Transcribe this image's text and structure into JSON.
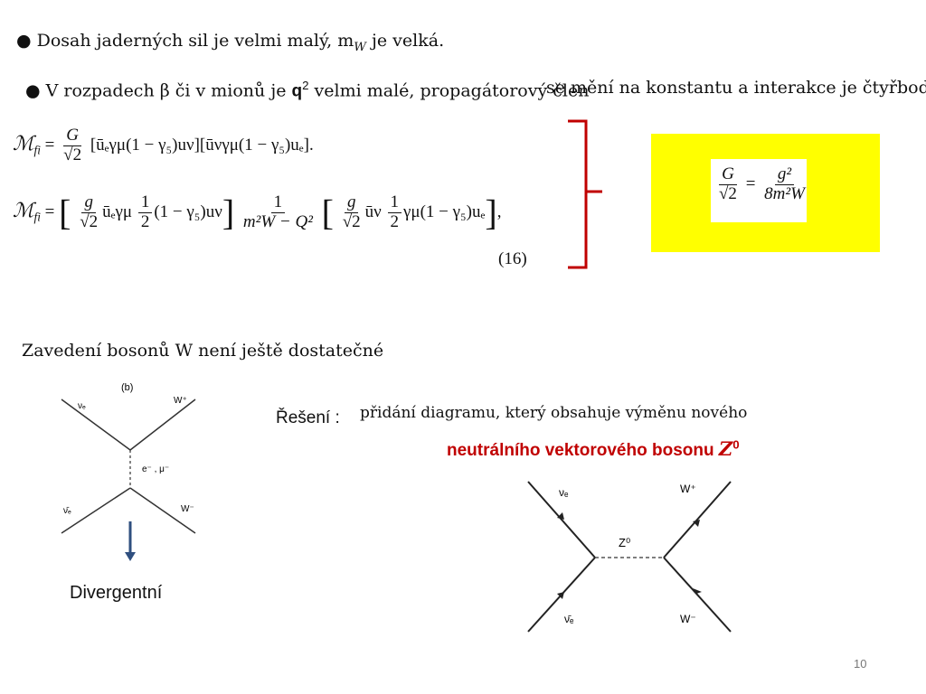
{
  "bullets": {
    "b1_text": "● Dosah jaderných sil je velmi malý, m",
    "b1_sub": "W",
    "b1_tail": " je velká.",
    "b2_part1": "● V rozpadech β či v mionů je ",
    "b2_q": "q",
    "b2_sup": "2",
    "b2_part2": " velmi malé, propagátorový člen",
    "b2_part3": "se mění na konstantu a interakce je čtyřbodová."
  },
  "equations": {
    "eq1_lhs": "ℳ",
    "eq1_lhs_sub": "fi",
    "eq1_frac_num": "G",
    "eq1_frac_den": "√2",
    "eq1_rest": "[ūₑγμ(1 − γ₅)uν][ūνγμ(1 − γ₅)uₑ].",
    "eq2_lhs": "ℳ",
    "eq2_lhs_sub": "fi",
    "eq2_body_a_num": "g",
    "eq2_body_a_den": "√2",
    "eq2_body_a": "ūₑγμ",
    "eq2_half_num": "1",
    "eq2_half_den": "2",
    "eq2_body_a2": "(1 − γ₅)uν",
    "eq2_prop_num": "1",
    "eq2_prop_den": "m²W − Q²",
    "eq2_body_b_num": "g",
    "eq2_body_b_den": "√2",
    "eq2_body_b": "ūν",
    "eq2_body_b2": "γμ(1 − γ₅)uₑ",
    "eq_number": "(16)"
  },
  "boxed_eq": {
    "lhs_num": "G",
    "lhs_den": "√2",
    "eq": "=",
    "rhs_num": "g²",
    "rhs_den": "8m²W"
  },
  "section": {
    "heading": "Zavedení bosonů W není ještě dostatečné",
    "solution_label": "Řešení :",
    "solution_text": "přidání diagramu, který obsahuje výměnu nového",
    "highlight": "neutrálního vektorového bosonu ",
    "highlight_symbol": "Z",
    "highlight_sup": "0",
    "divergent_label": "Divergentní",
    "page_number": "10"
  },
  "diagram_left": {
    "top_label": "(b)",
    "nu_e": "νₑ",
    "w_plus": "W⁺",
    "exchange": "e⁻ , μ⁻",
    "anti_nu_e": "ν̄ₑ",
    "w_minus": "W⁻"
  },
  "diagram_right": {
    "nu_e": "νₑ",
    "w_plus": "W⁺",
    "z0": "Z⁰",
    "anti_nu_e": "ν̄ₑ",
    "w_minus": "W⁻"
  },
  "colors": {
    "highlight_red": "#c00000",
    "bracket_red": "#c00000",
    "yellow_box": "#ffff00",
    "arrow_blue": "#2f4f7f"
  }
}
